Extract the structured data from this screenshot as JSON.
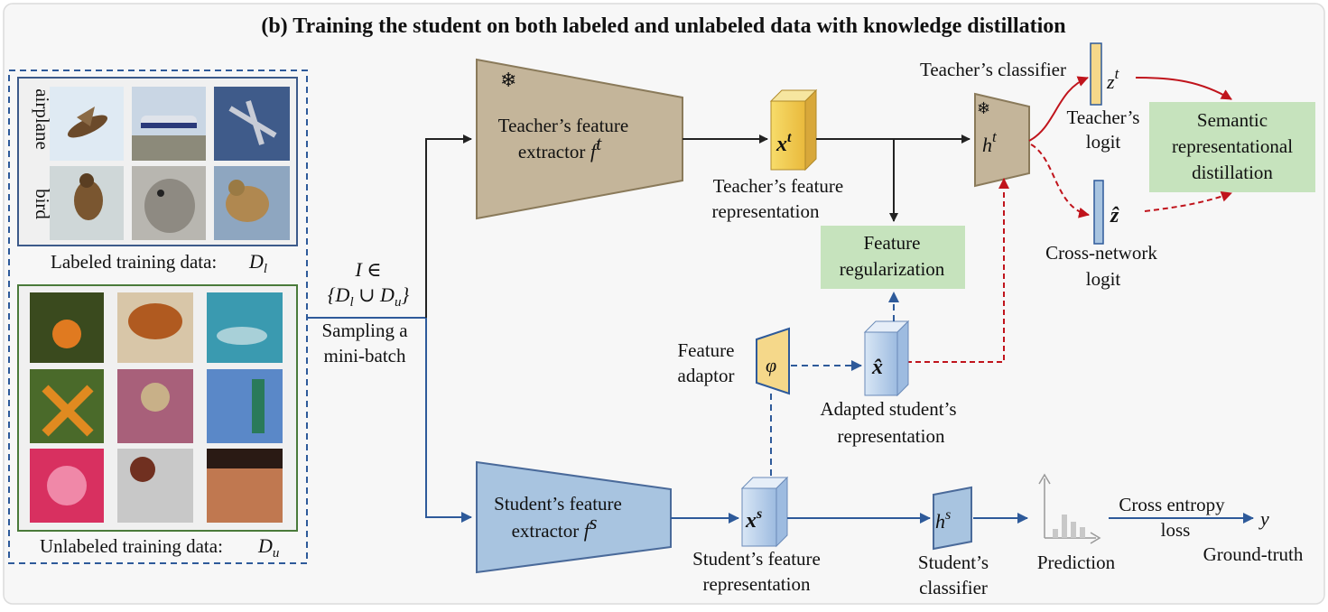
{
  "title": "(b) Training the student on both labeled and unlabeled data with knowledge distillation",
  "labeled": {
    "caption": "Labeled training data:",
    "symbol": "D",
    "sub": "l",
    "rows": [
      "airplane",
      "bird"
    ]
  },
  "unlabeled": {
    "caption": "Unlabeled training data:",
    "symbol": "D",
    "sub": "u"
  },
  "sampling": {
    "set_line1": "I ∈",
    "set_open": "{D",
    "set_sub1": "l",
    "set_mid": " ∪ D",
    "set_sub2": "u",
    "set_close": "}",
    "line3": "Sampling a",
    "line4": "mini-batch"
  },
  "teacher_extractor": {
    "line1": "Teacher’s feature",
    "line2": "extractor",
    "sym": "f",
    "sup": "t"
  },
  "teacher_feature": {
    "sym": "x",
    "sup": "t",
    "line1": "Teacher’s feature",
    "line2": "representation"
  },
  "teacher_classifier": {
    "label": "Teacher’s classifier",
    "sym": "h",
    "sup": "t"
  },
  "teacher_logit": {
    "sym": "z",
    "sup": "t",
    "line1": "Teacher’s",
    "line2": "logit"
  },
  "cross_logit": {
    "sym": "ẑ",
    "line1": "Cross-network",
    "line2": "logit"
  },
  "semantic_box": {
    "line1": "Semantic",
    "line2": "representational",
    "line3": "distillation"
  },
  "feature_reg": {
    "line1": "Feature",
    "line2": "regularization"
  },
  "adaptor": {
    "line1": "Feature",
    "line2": "adaptor",
    "sym": "φ"
  },
  "adapted": {
    "sym": "x̂",
    "line1": "Adapted student’s",
    "line2": "representation"
  },
  "student_extractor": {
    "line1": "Student’s feature",
    "line2": "extractor",
    "sym": "f",
    "sup": "s"
  },
  "student_feature": {
    "sym": "x",
    "sup": "s",
    "line1": "Student’s feature",
    "line2": "representation"
  },
  "student_classifier": {
    "sym": "h",
    "sup": "s",
    "line1": "Student’s",
    "line2": "classifier"
  },
  "prediction": {
    "label": "Prediction"
  },
  "loss": {
    "line1": "Cross entropy",
    "line2": "loss"
  },
  "ground_truth": {
    "sym": "y",
    "label": "Ground-truth"
  },
  "colors": {
    "teacher_fill": "#c4b59a",
    "student_fill": "#a8c4e0",
    "green_box": "#c6e3bd",
    "yellow": "#f5d88a",
    "red_arrow": "#c0141c",
    "blue_arrow": "#2e5a9a"
  }
}
